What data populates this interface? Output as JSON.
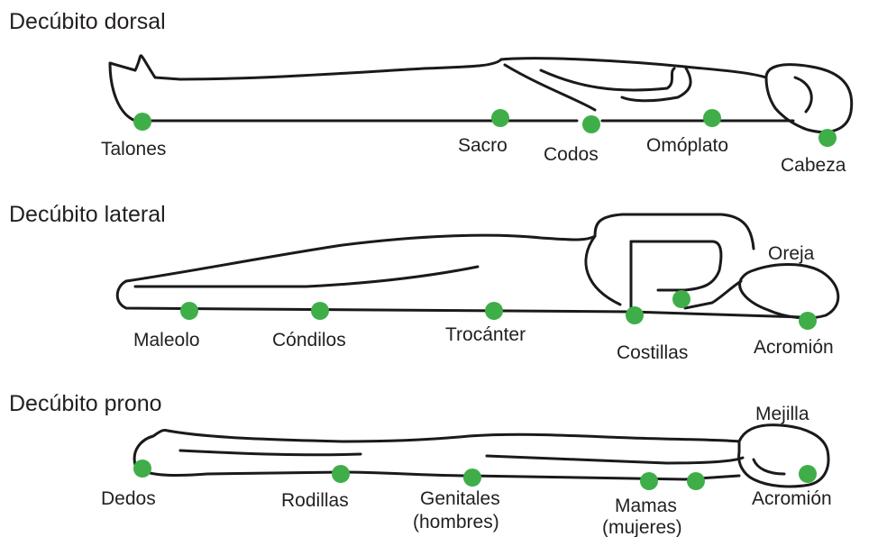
{
  "colors": {
    "point": "#3fae49",
    "outline": "#1a1a1a",
    "text": "#231f20"
  },
  "sections": {
    "dorsal": {
      "title": "Decúbito dorsal",
      "labels": {
        "talones": "Talones",
        "sacro": "Sacro",
        "codos": "Codos",
        "omoplato": "Omóplato",
        "cabeza": "Cabeza"
      }
    },
    "lateral": {
      "title": "Decúbito lateral",
      "labels": {
        "oreja": "Oreja",
        "maleolo": "Maleolo",
        "condilos": "Cóndilos",
        "trocanter": "Trocánter",
        "costillas": "Costillas",
        "acromion": "Acromión"
      }
    },
    "prono": {
      "title": "Decúbito prono",
      "labels": {
        "mejilla": "Mejilla",
        "dedos": "Dedos",
        "rodillas": "Rodillas",
        "genitales_1": "Genitales",
        "genitales_2": "(hombres)",
        "mamas_1": "Mamas",
        "mamas_2": "(mujeres)",
        "acromion": "Acromión"
      }
    }
  }
}
